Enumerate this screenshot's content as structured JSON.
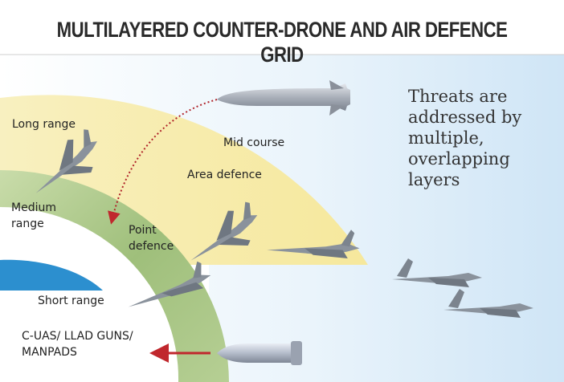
{
  "title": "MULTILAYERED COUNTER-DRONE AND AIR DEFENCE GRID",
  "note": "Threats are addressed by multiple, overlapping layers",
  "layers": {
    "long_range": "Long range",
    "mid_course": "Mid course",
    "area_defence": "Area defence",
    "medium_range_1": "Medium",
    "medium_range_2": "range",
    "point_defence_1": "Point",
    "point_defence_2": "defence",
    "short_range": "Short range",
    "cuas_1": "C-UAS/ LLAD GUNS/",
    "cuas_2": "MANPADS"
  },
  "colors": {
    "yellow_band": "#f6ecaa",
    "green_band": "#a6c585",
    "inner_white": "#ffffff",
    "blue_core": "#2c8fcf",
    "sky": "#d9ecf9",
    "red_arrow": "#c0272d"
  }
}
